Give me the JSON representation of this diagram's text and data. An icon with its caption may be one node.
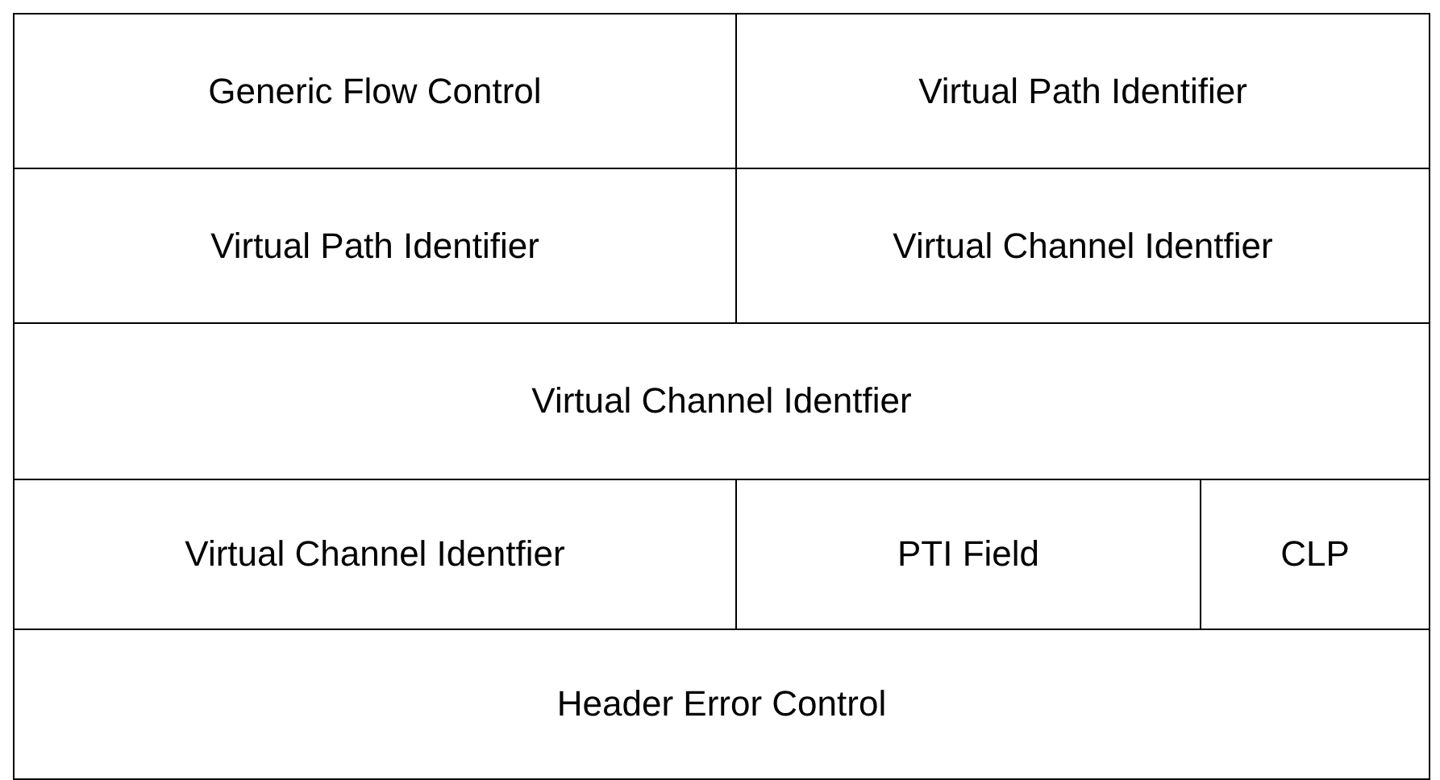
{
  "diagram": {
    "nodes": [
      {
        "text": [
          "Generic Flow Control"
        ]
      },
      {
        "text": [
          "Virtual Path Identifier"
        ]
      },
      {
        "text": [
          "Virtual Path Identifier"
        ]
      },
      {
        "text": [
          "Virtual Channel Identfier"
        ]
      },
      {
        "text": [
          "Virtual Channel Identfier"
        ]
      },
      {
        "text": [
          "Virtual Channel Identfier"
        ]
      },
      {
        "text": [
          "PTI Field"
        ]
      },
      {
        "text": [
          "CLP"
        ]
      },
      {
        "text": [
          "Header Error Control"
        ]
      }
    ]
  }
}
